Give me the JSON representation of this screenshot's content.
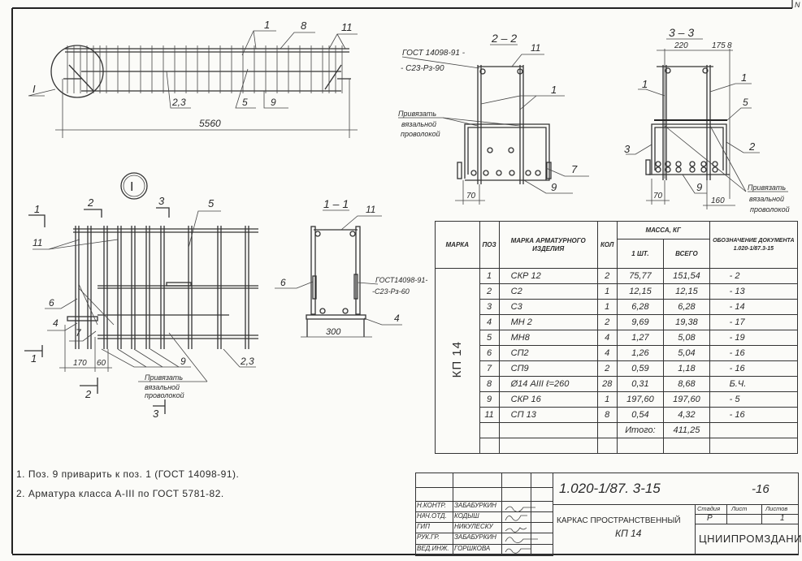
{
  "sheet_corner": "N",
  "elevation": {
    "dimension": "5560",
    "callouts": {
      "pos1": "1",
      "pos8": "8",
      "pos11": "11",
      "detail": "I",
      "pos23": "2,3",
      "pos5": "5",
      "pos9": "9"
    }
  },
  "section_2_2": {
    "title": "2 – 2",
    "gost_line1": "ГОСТ 14098-91 -",
    "gost_line2": "- С23-Рз-90",
    "pos11": "11",
    "pos1": "1",
    "tie_line1": "Привязать",
    "tie_line2": "вязальной",
    "tie_line3": "проволокой",
    "pos7": "7",
    "pos9": "9",
    "dim70": "70"
  },
  "section_3_3": {
    "title": "3 – 3",
    "dim220": "220",
    "dim175": "175",
    "pos8": "8",
    "pos1_left": "1",
    "pos1_right": "1",
    "pos5": "5",
    "pos3": "3",
    "pos2": "2",
    "pos9": "9",
    "dim70": "70",
    "dim160": "160",
    "tie_line1": "Привязать",
    "tie_line2": "вязальной",
    "tie_line3": "проволокой"
  },
  "detail_I": {
    "marker": "I",
    "cut1_top": "1",
    "cut2_top": "2",
    "cut3_top": "3",
    "cut1_bottom": "1",
    "cut2_bottom": "2",
    "cut3_bottom": "3",
    "pos5": "5",
    "pos11": "11",
    "pos6": "6",
    "pos4": "4",
    "pos7": "7",
    "pos9": "9",
    "pos23": "2,3",
    "dim170": "170",
    "dim60": "60",
    "tie_line1": "Привязать",
    "tie_line2": "вязальной",
    "tie_line3": "проволокой"
  },
  "section_1_1": {
    "title": "1 – 1",
    "pos11": "11",
    "pos6": "6",
    "pos4": "4",
    "gost_line1": "ГОСТ14098-91-",
    "gost_line2": "-С23-Рз-60",
    "dim300": "300"
  },
  "spec_table": {
    "headers": {
      "mark": "Марка",
      "pos": "Поз",
      "item": "Марка арматурного изделия",
      "qty": "Кол",
      "mass": "Масса, кг",
      "unit": "1 шт.",
      "total": "Всего",
      "doc": "Обозначение документа 1.020-1/87.3-15"
    },
    "mark_value": "КП 14",
    "rows": [
      {
        "pos": "1",
        "item": "СКР 12",
        "qty": "2",
        "unit": "75,77",
        "total": "151,54",
        "doc": "- 2"
      },
      {
        "pos": "2",
        "item": "С2",
        "qty": "1",
        "unit": "12,15",
        "total": "12,15",
        "doc": "- 13"
      },
      {
        "pos": "3",
        "item": "С3",
        "qty": "1",
        "unit": "6,28",
        "total": "6,28",
        "doc": "- 14"
      },
      {
        "pos": "4",
        "item": "МН 2",
        "qty": "2",
        "unit": "9,69",
        "total": "19,38",
        "doc": "- 17"
      },
      {
        "pos": "5",
        "item": "МН8",
        "qty": "4",
        "unit": "1,27",
        "total": "5,08",
        "doc": "- 19"
      },
      {
        "pos": "6",
        "item": "СП2",
        "qty": "4",
        "unit": "1,26",
        "total": "5,04",
        "doc": "- 16"
      },
      {
        "pos": "7",
        "item": "СП9",
        "qty": "2",
        "unit": "0,59",
        "total": "1,18",
        "doc": "- 16"
      },
      {
        "pos": "8",
        "item": "Ø14 АIII  ℓ=260",
        "qty": "28",
        "unit": "0,31",
        "total": "8,68",
        "doc": "Б.Ч."
      },
      {
        "pos": "9",
        "item": "СКР 16",
        "qty": "1",
        "unit": "197,60",
        "total": "197,60",
        "doc": "- 5"
      },
      {
        "pos": "11",
        "item": "СП 13",
        "qty": "8",
        "unit": "0,54",
        "total": "4,32",
        "doc": "- 16"
      }
    ],
    "total_label": "Итого:",
    "total_value": "411,25"
  },
  "notes": [
    "1. Поз. 9 приварить к поз. 1 (ГОСТ 14098-91).",
    "2. Арматура класса А-III по ГОСТ 5781-82."
  ],
  "title_block": {
    "doc_number": "1.020-1/87.  3-15",
    "sheet_suffix": "-16",
    "title_line1": "Каркас пространственный",
    "title_line2": "КП 14",
    "stage_label": "Стадия",
    "sheet_label": "Лист",
    "sheets_label": "Листов",
    "stage_value": "Р",
    "sheets_value": "1",
    "organization": "ЦНИИПРОМЗДАНИЙ",
    "signatories": [
      {
        "role": "Н.контр.",
        "name": "Забабуркин"
      },
      {
        "role": "Нач.отд.",
        "name": "Кодыш"
      },
      {
        "role": "ГИП",
        "name": "Никулеску"
      },
      {
        "role": "Рук.гр.",
        "name": "Забабуркин"
      },
      {
        "role": "Вед.инж.",
        "name": "Горшкова"
      }
    ]
  }
}
